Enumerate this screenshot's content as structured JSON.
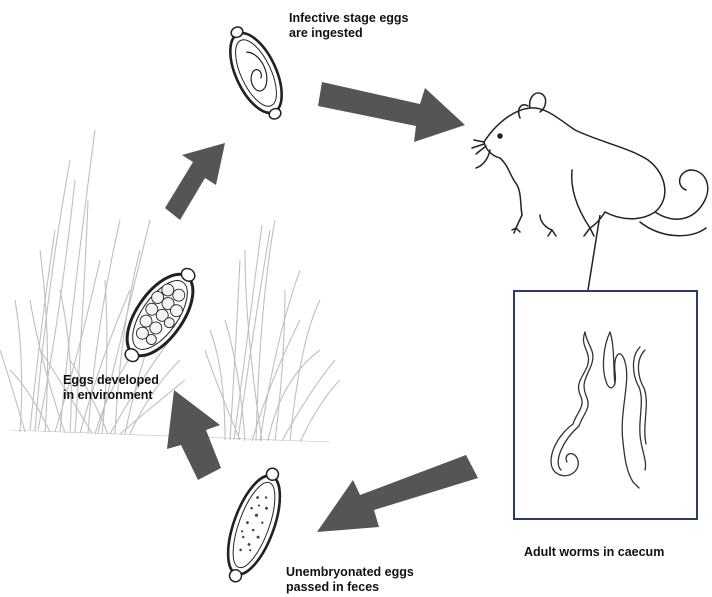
{
  "labels": {
    "ingested": {
      "line1": "Infective stage eggs",
      "line2": "are ingested"
    },
    "environment": {
      "line1": "Eggs developed",
      "line2": "in environment"
    },
    "caecum": {
      "line1": "Adult worms in caecum"
    },
    "feces": {
      "line1": "Unembryonated eggs",
      "line2": "passed in feces"
    }
  },
  "colors": {
    "arrow": "#555555",
    "outline": "#222222",
    "grass": "#b9b9b9",
    "inset_border": "#2b3a6b"
  }
}
